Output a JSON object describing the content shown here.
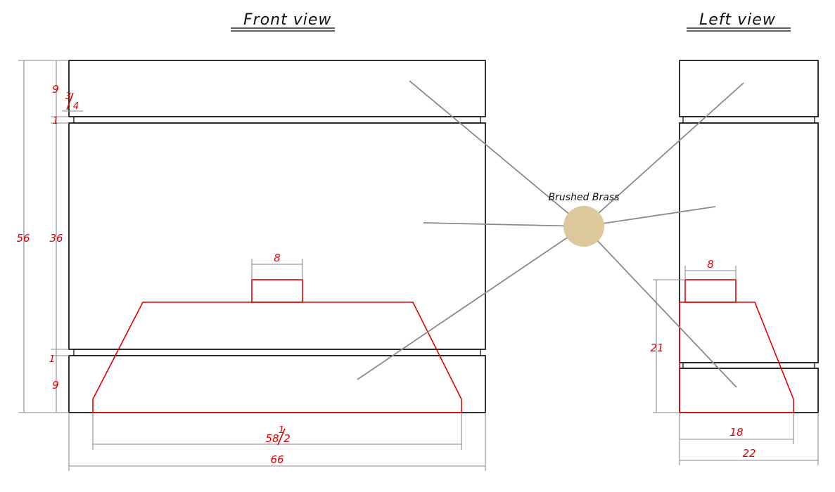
{
  "titles": {
    "front": "Front view",
    "left": "Left view"
  },
  "material": {
    "label": "Brushed Brass",
    "color": "#dcc89a"
  },
  "colors": {
    "outline": "#000000",
    "hood": "#e00000",
    "dimension": "#8a8a8a"
  },
  "front_dims": {
    "overall_height": "56",
    "top_panel": "9",
    "frac_num": "3",
    "frac_den": "4",
    "gap_top": "1",
    "middle": "36",
    "gap_bottom": "1",
    "bottom_panel": "9",
    "chimney_width": "8",
    "hood_width_whole": "58",
    "hood_width_num": "1",
    "hood_width_den": "2",
    "overall_width": "66"
  },
  "left_dims": {
    "chimney_width": "8",
    "hood_height": "21",
    "hood_depth": "18",
    "overall_depth": "22"
  }
}
